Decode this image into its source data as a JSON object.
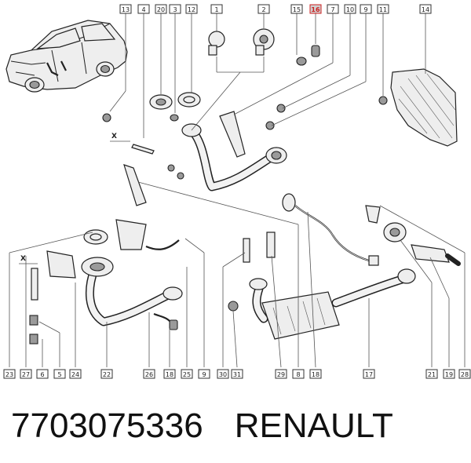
{
  "diagram": {
    "axis_marker": "X",
    "highlight_color": "#cc1f1f",
    "labels": {
      "13": "13",
      "4": "4",
      "20": "20",
      "3": "3",
      "12": "12",
      "1": "1",
      "2": "2",
      "15": "15",
      "16": "16",
      "7": "7",
      "10": "10",
      "9": "9",
      "11": "11",
      "14": "14",
      "23": "23",
      "27": "27",
      "6": "6",
      "5": "5",
      "24": "24",
      "22": "22",
      "26": "26",
      "18b": "18",
      "25": "25",
      "9b": "9",
      "30": "30",
      "31": "31",
      "29": "29",
      "8": "8",
      "18": "18",
      "17": "17",
      "21": "21",
      "19": "19",
      "28": "28"
    }
  },
  "caption": {
    "part_number": "7703075336",
    "brand": "RENAULT"
  }
}
